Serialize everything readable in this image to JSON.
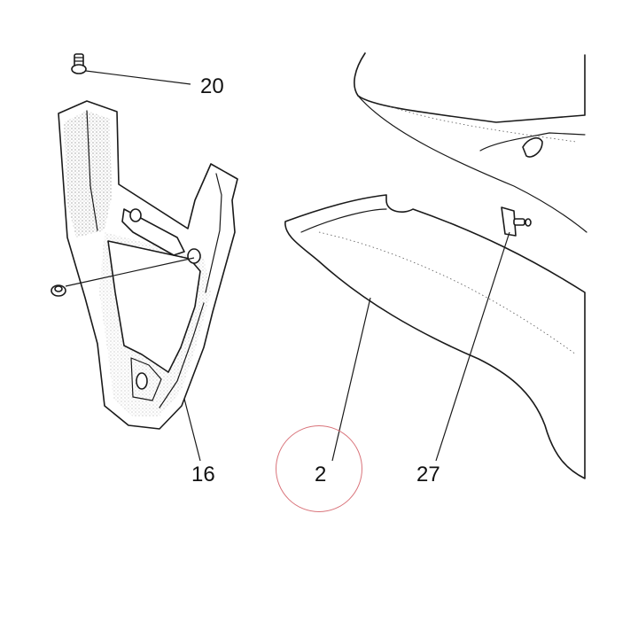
{
  "callouts": {
    "c20": "20",
    "c16": "16",
    "c2": "2",
    "c27": "27"
  },
  "highlight": {
    "target": "2",
    "color": "#d9737a"
  },
  "colors": {
    "line": "#1a1a1a",
    "background": "#ffffff"
  }
}
